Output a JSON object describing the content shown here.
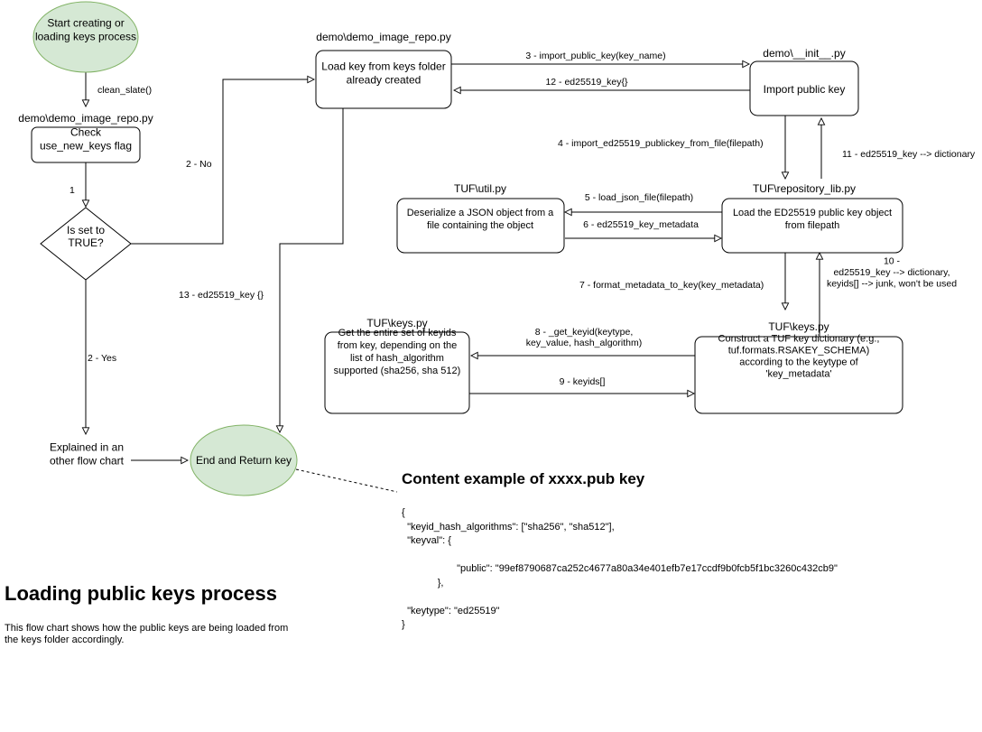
{
  "flowchart": {
    "nodes": {
      "start": [
        "Start creating or",
        "loading keys process"
      ],
      "check": [
        "Check",
        "use_new_keys flag"
      ],
      "decision": [
        "Is set to",
        "TRUE?"
      ],
      "load_key": [
        "Load key from keys folder",
        "already created"
      ],
      "import_pub": [
        "Import public key"
      ],
      "load_ed": [
        "Load the ED25519 public key object",
        "from filepath"
      ],
      "deserialize": [
        "Deserialize a JSON object from a",
        "file containing the object"
      ],
      "construct": [
        "Construct a TUF key dictionary (e.g.,",
        "tuf.formats.RSAKEY_SCHEMA)",
        "according to the keytype of",
        "'key_metadata'"
      ],
      "get_keyids": [
        "Get the entire set of keyids",
        "from key, depending on the",
        "list of hash_algorithm",
        "supported (sha256, sha 512)"
      ],
      "explained": [
        "Explained in an",
        "other flow chart"
      ],
      "end": [
        "End and Return key"
      ]
    },
    "file_labels": {
      "demo_repo_top": "demo\\demo_image_repo.py",
      "demo_repo_left": "demo\\demo_image_repo.py",
      "demo_init": "demo\\__init__.py",
      "tuf_util": "TUF\\util.py",
      "tuf_repolib": "TUF\\repository_lib.py",
      "tuf_keys_left": "TUF\\keys.py",
      "tuf_keys_right": "TUF\\keys.py"
    },
    "edges": {
      "e_clean": "clean_slate()",
      "e_1": "1",
      "e_2no": "2 - No",
      "e_2yes": "2 - Yes",
      "e_3": "3 - import_public_key(key_name)",
      "e_12": "12 - ed25519_key{}",
      "e_4": "4 - import_ed25519_publickey_from_file(filepath)",
      "e_11": "11 - ed25519_key --> dictionary",
      "e_5": "5 - load_json_file(filepath)",
      "e_6": "6 - ed25519_key_metadata",
      "e_7": "7 - format_metadata_to_key(key_metadata)",
      "e_10": [
        "10 -",
        "ed25519_key --> dictionary,",
        "keyids[] --> junk, won't be used"
      ],
      "e_8": [
        "8 - _get_keyid(keytype,",
        "key_value, hash_algorithm)"
      ],
      "e_9": "9 - keyids[]",
      "e_13": "13 - ed25519_key {}"
    },
    "colors": {
      "terminal_fill": "#d5e8d4",
      "terminal_stroke": "#82b366"
    }
  },
  "example": {
    "title": "Content example of xxxx.pub key",
    "lines": [
      "{",
      "  \"keyid_hash_algorithms\": [\"sha256\", \"sha512\"],",
      "  \"keyval\": {",
      "",
      "                    \"public\": \"99ef8790687ca252c4677a80a34e401efb7e17ccdf9b0fcb5f1bc3260c432cb9\"",
      "             },",
      "",
      "  \"keytype\": \"ed25519\"",
      "}"
    ]
  },
  "caption": {
    "title": "Loading public keys process",
    "description": "This flow chart shows how the public keys are being loaded from the keys folder accordingly."
  }
}
